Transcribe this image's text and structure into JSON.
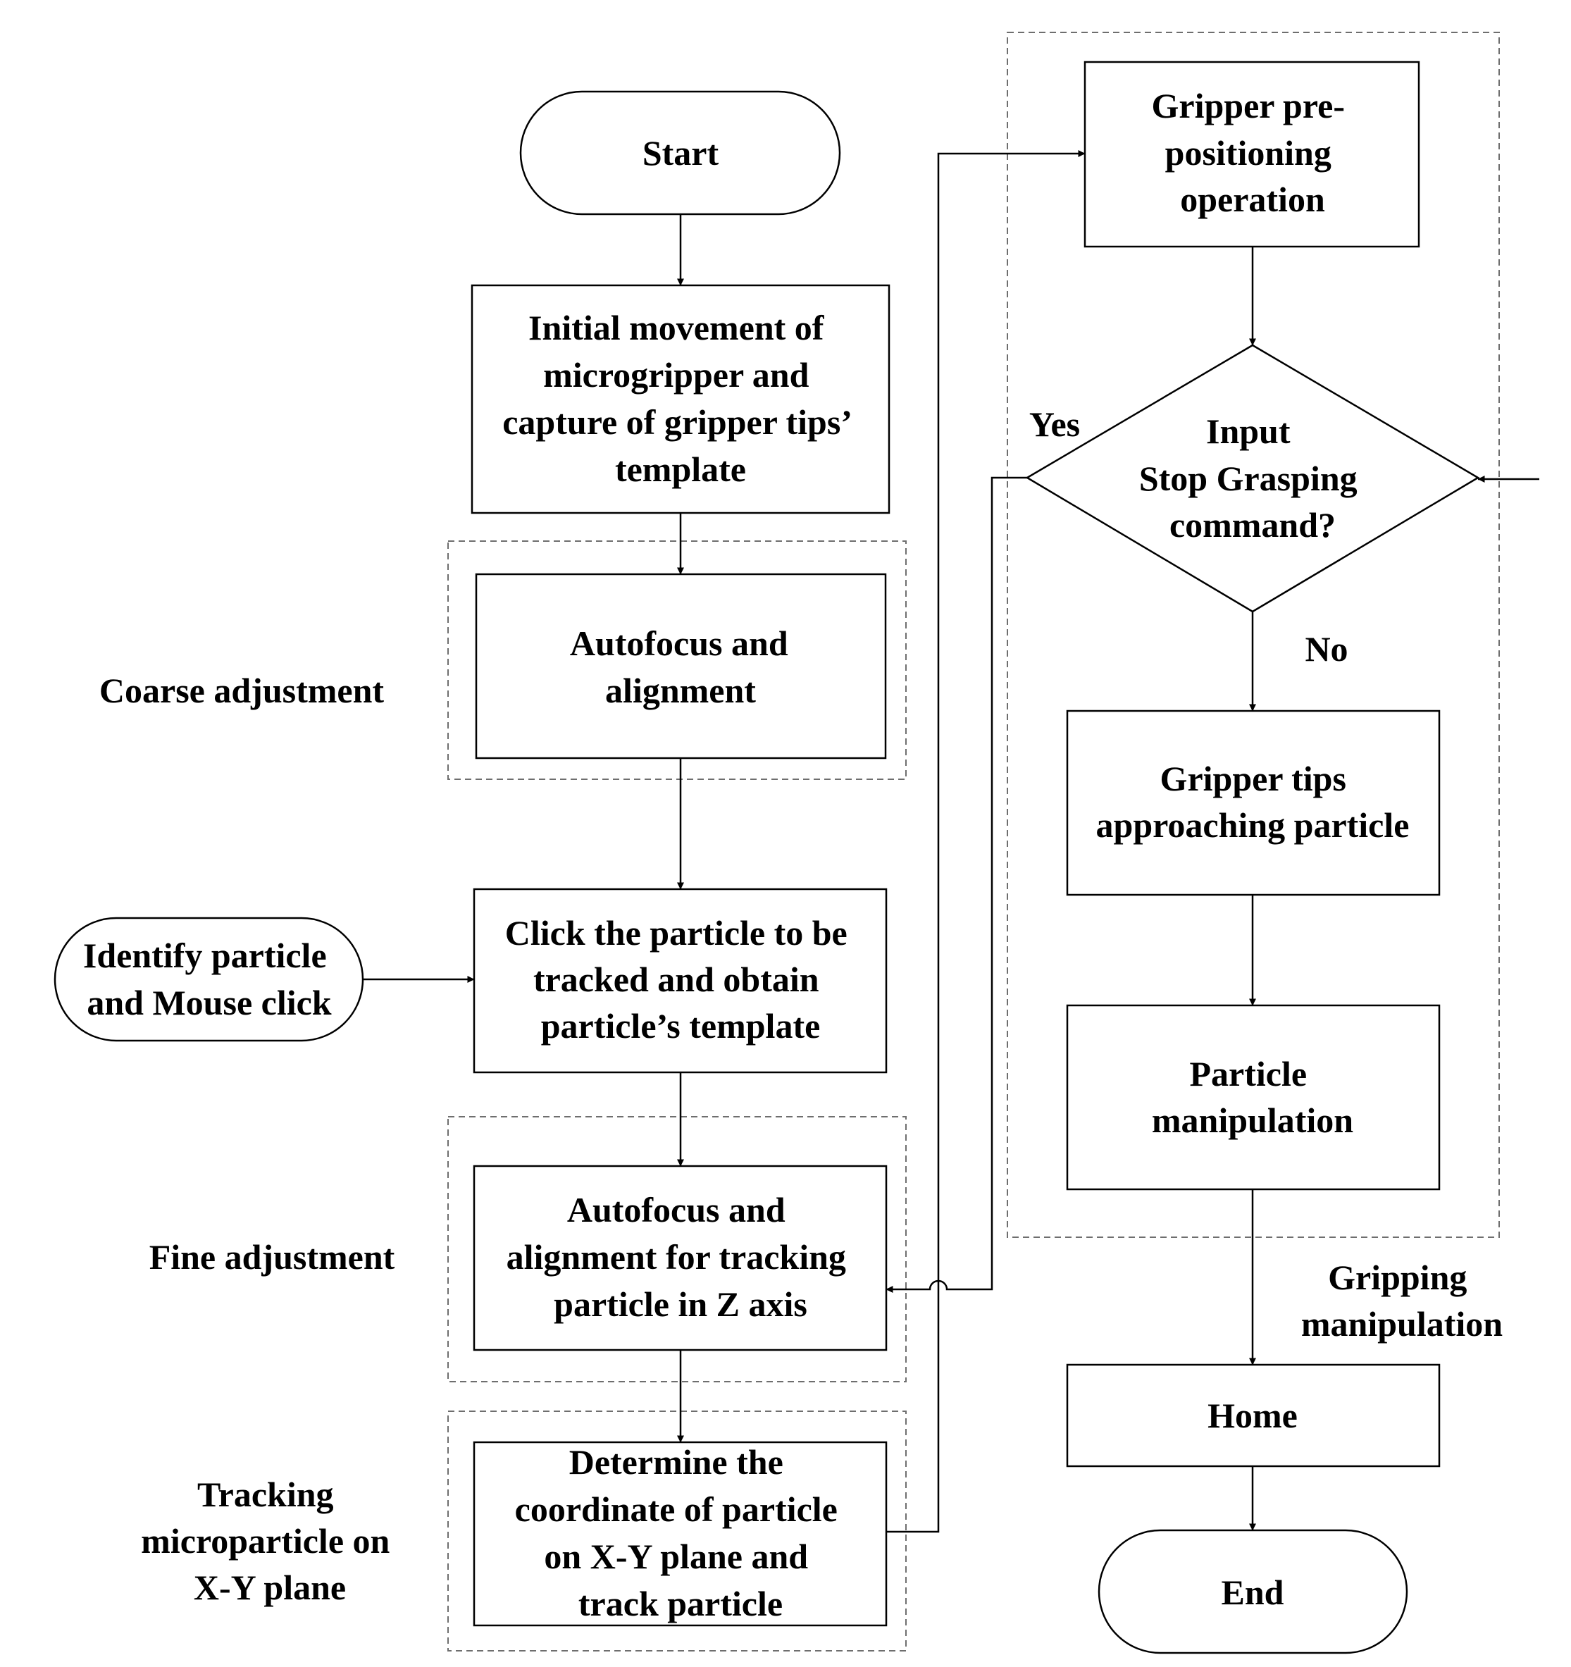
{
  "nodes": {
    "start": "Start",
    "initial_movement": [
      "Initial movement of",
      "microgripper and",
      "capture of gripper tips’",
      "template"
    ],
    "autofocus_coarse": [
      "Autofocus and",
      "alignment"
    ],
    "click_particle": [
      "Click the particle to be",
      "tracked and obtain",
      "particle’s template"
    ],
    "identify_particle": [
      "Identify particle",
      "and Mouse click"
    ],
    "autofocus_fine": [
      "Autofocus and",
      "alignment for tracking",
      "particle in Z axis"
    ],
    "determine_coordinate": [
      "Determine the",
      "coordinate of  particle",
      "on X-Y plane and",
      "track particle"
    ],
    "gripper_prepositioning": [
      "Gripper pre-",
      "positioning",
      "operation"
    ],
    "stop_grasping_decision": [
      "Input",
      "Stop Grasping",
      "command?"
    ],
    "gripper_tips_approaching": [
      "Gripper tips",
      "approaching particle"
    ],
    "particle_manipulation": [
      "Particle",
      "manipulation"
    ],
    "home": "Home",
    "end": "End"
  },
  "group_labels": {
    "coarse_adjustment": [
      "Coarse adjustment"
    ],
    "fine_adjustment": [
      "Fine adjustment"
    ],
    "tracking_xy": [
      "Tracking",
      "microparticle on",
      "X-Y plane"
    ],
    "gripping_manipulation": [
      "Gripping",
      "manipulation"
    ]
  },
  "branch_labels": {
    "yes": "Yes",
    "no": "No"
  },
  "colors": {
    "stroke": "#000000",
    "group_border": "#6e6e6e",
    "background": "#ffffff"
  }
}
